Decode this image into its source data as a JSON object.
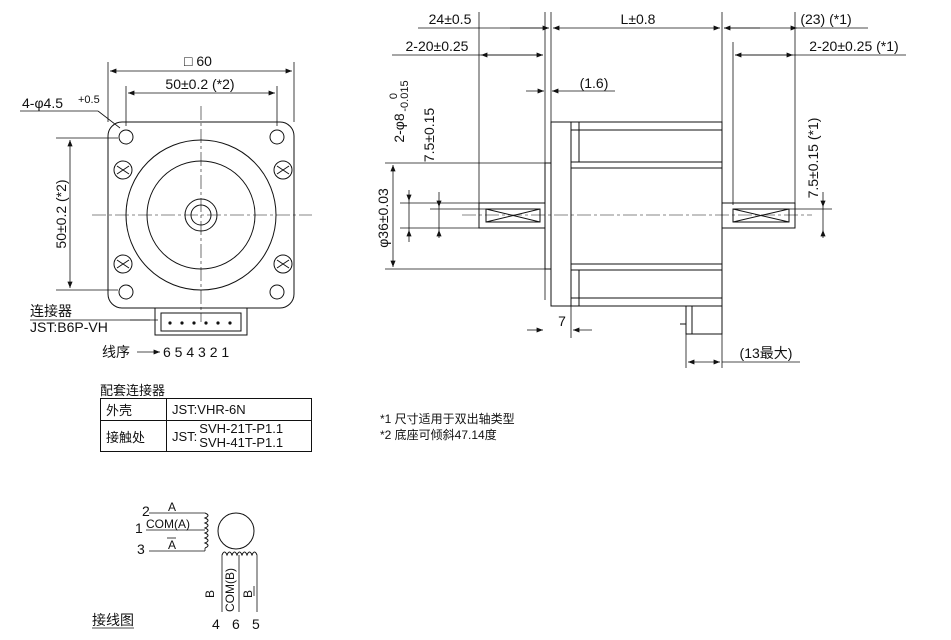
{
  "front_view": {
    "square_dim": "□ 60",
    "hole_pitch_h": "50±0.2 (*2)",
    "hole_pitch_v": "50±0.2 (*2)",
    "mount_hole": "4-φ4.5",
    "mount_hole_tol": "+0.5",
    "connector_label": "连接器",
    "connector_model": "JST:B6P-VH",
    "wire_order_label": "线序",
    "wire_order": "6 5 4 3 2 1"
  },
  "side_view": {
    "flange_len": "24±0.5",
    "body_len": "L±0.8",
    "rear_shaft_len": "(23) (*1)",
    "flat_len_front": "2-20±0.25",
    "flat_len_rear": "2-20±0.25 (*1)",
    "flange_thk": "(1.6)",
    "shaft_dia": "2-φ8",
    "shaft_dia_tol_top": "0",
    "shaft_dia_tol_bot": "-0.015",
    "flat_depth_front": "7.5±0.15",
    "flat_depth_rear": "7.5±0.15 (*1)",
    "pilot_dia": "φ36±0.03",
    "pilot_len": "7",
    "connector_len": "(13最大)"
  },
  "mating_connector": {
    "title": "配套连接器",
    "rows": [
      {
        "label": "外壳",
        "value": "JST:VHR-6N"
      },
      {
        "label": "接触处",
        "prefix": "JST:",
        "value1": "SVH-21T-P1.1",
        "value2": "SVH-41T-P1.1"
      }
    ]
  },
  "notes": [
    "*1 尺寸适用于双出轴类型",
    "*2 底座可倾斜47.14度"
  ],
  "wiring": {
    "title": "接线图",
    "left_pins": [
      "2",
      "1",
      "3"
    ],
    "left_labels": [
      "A",
      "COM(A)",
      "A"
    ],
    "bottom_pins": [
      "4",
      "6",
      "5"
    ],
    "bottom_labels": [
      "B",
      "COM(B)",
      "B"
    ]
  }
}
